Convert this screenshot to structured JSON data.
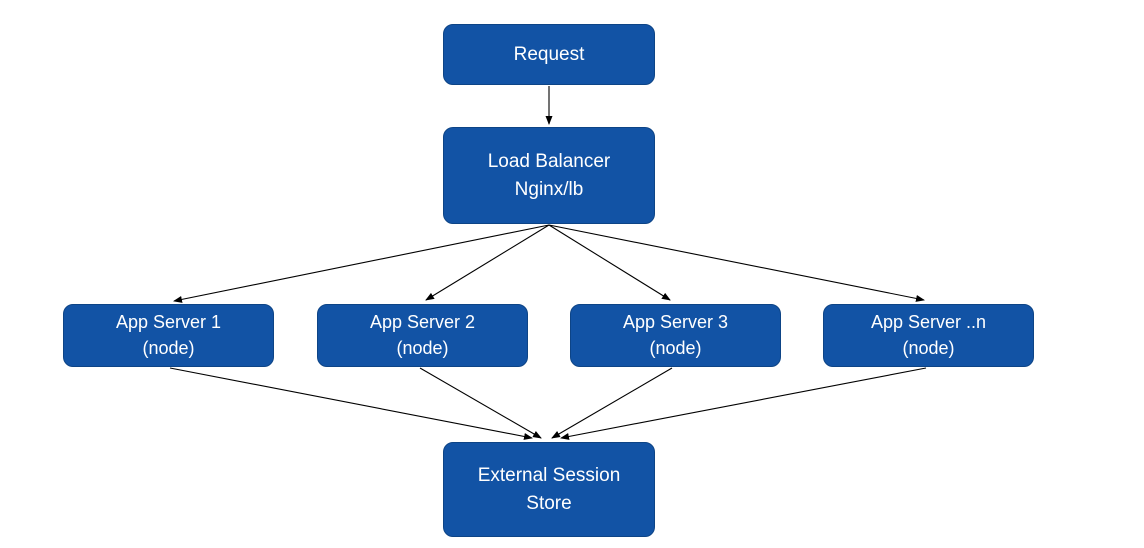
{
  "diagram": {
    "nodes": {
      "request": {
        "label": "Request"
      },
      "load_balancer": {
        "label": "Load Balancer\nNginx/lb"
      },
      "app_server_1": {
        "label": "App Server 1\n(node)"
      },
      "app_server_2": {
        "label": "App Server 2\n(node)"
      },
      "app_server_3": {
        "label": "App Server 3\n(node)"
      },
      "app_server_n": {
        "label": "App Server ..n\n(node)"
      },
      "session_store": {
        "label": "External Session\nStore"
      }
    },
    "edges": [
      {
        "from": "request",
        "to": "load_balancer"
      },
      {
        "from": "load_balancer",
        "to": "app_server_1"
      },
      {
        "from": "load_balancer",
        "to": "app_server_2"
      },
      {
        "from": "load_balancer",
        "to": "app_server_3"
      },
      {
        "from": "load_balancer",
        "to": "app_server_n"
      },
      {
        "from": "app_server_1",
        "to": "session_store"
      },
      {
        "from": "app_server_2",
        "to": "session_store"
      },
      {
        "from": "app_server_3",
        "to": "session_store"
      },
      {
        "from": "app_server_n",
        "to": "session_store"
      }
    ],
    "colors": {
      "node_fill": "#1253a5",
      "node_border": "#0d4486",
      "node_text": "#ffffff",
      "arrow": "#000000",
      "background": "#ffffff"
    }
  }
}
